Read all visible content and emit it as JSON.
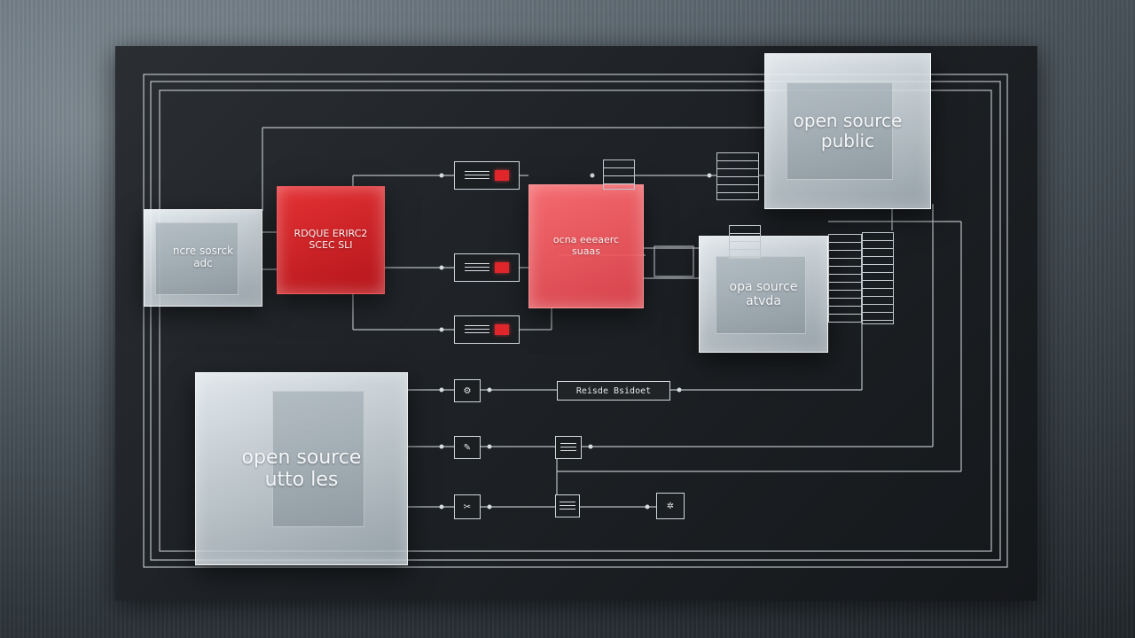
{
  "blocks": {
    "top_right_cube": "open source\npublic",
    "left_cube": "ncre sosrck\nadc",
    "red_cube": "RDQUE ERIRC2\nSCEC SLI",
    "pink_cube": "ocna eeeaerc\nsuaas",
    "right_mid_cube": "opa source\natvda",
    "bottom_left_cube": "open source\nutto les"
  },
  "nodes": {
    "center_label": "Reisde Bsidoet",
    "icon_gear": "⚙",
    "icon_cursor": "✎",
    "icon_tool": "✂",
    "icon_star": "✲"
  },
  "colors": {
    "red": "#e0262b",
    "pink": "#f05a60",
    "board": "#1f2327",
    "wire": "#d6dce0"
  }
}
